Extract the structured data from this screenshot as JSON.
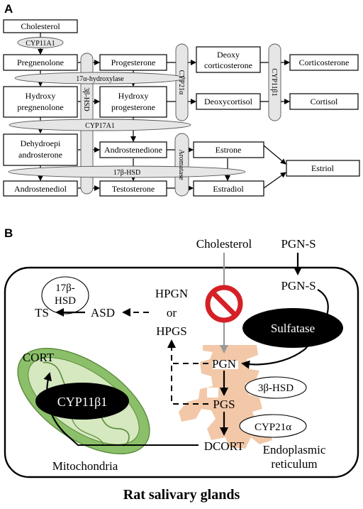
{
  "panel_a": {
    "letter": "A",
    "boxes": {
      "cholesterol": "Cholesterol",
      "pregnenolone": "Pregnenolone",
      "progesterone": "Progesterone",
      "deoxycorticosterone_1": "Deoxy",
      "deoxycorticosterone_2": "corticosterone",
      "corticosterone": "Corticosterone",
      "hydroxy_preg_1": "Hydroxy",
      "hydroxy_preg_2": "pregnenolone",
      "hydroxy_prog_1": "Hydroxy",
      "hydroxy_prog_2": "progesterone",
      "deoxycortisol": "Deoxycortisol",
      "cortisol": "Cortisol",
      "dhea_1": "Dehydroepi",
      "dhea_2": "androsterone",
      "androstenedione": "Androstenedione",
      "estrone": "Estrone",
      "estriol": "Estriol",
      "androstenediol": "Androstenediol",
      "testosterone": "Testosterone",
      "estradiol": "Estradiol"
    },
    "enzymes": {
      "cyp11a1": "CYP11A1",
      "hydroxylase17a": "17α-hydroxylase",
      "cyp17a1": "CYP17A1",
      "hsd17b": "17β-HSD",
      "hsd3b": "3β-HSD",
      "cyp21a": "CYP21α",
      "cyp11b1": "CYP11β1",
      "aromatase": "Aromatase"
    }
  },
  "panel_b": {
    "letter": "B",
    "cholesterol": "Cholesterol",
    "pgn_s_outside": "PGN-S",
    "pgn_s_inside": "PGN-S",
    "sulfatase": "Sulfatase",
    "hsd17b_1": "17β-",
    "hsd17b_2": "HSD",
    "ts": "TS",
    "asd": "ASD",
    "hpgn": "HPGN",
    "or": "or",
    "hpgs": "HPGS",
    "pgn": "PGN",
    "hsd3b": "3β-HSD",
    "pgs": "PGS",
    "cyp21a": "CYP21α",
    "dcort": "DCORT",
    "cort": "CORT",
    "cyp11b1": "CYP11β1",
    "mitochondria": "Mitochondria",
    "er_1": "Endoplasmic",
    "er_2": "reticulum",
    "caption": "Rat salivary glands"
  },
  "colors": {
    "enzyme_fill": "#e6e6e6",
    "mito_fill": "#8cbf6a",
    "mito_inner": "#d5e8bf",
    "er_fill": "#f2c8a8",
    "no_sign": "#d42026",
    "dark_oval": "#000000",
    "pathway_gray": "#999999"
  }
}
